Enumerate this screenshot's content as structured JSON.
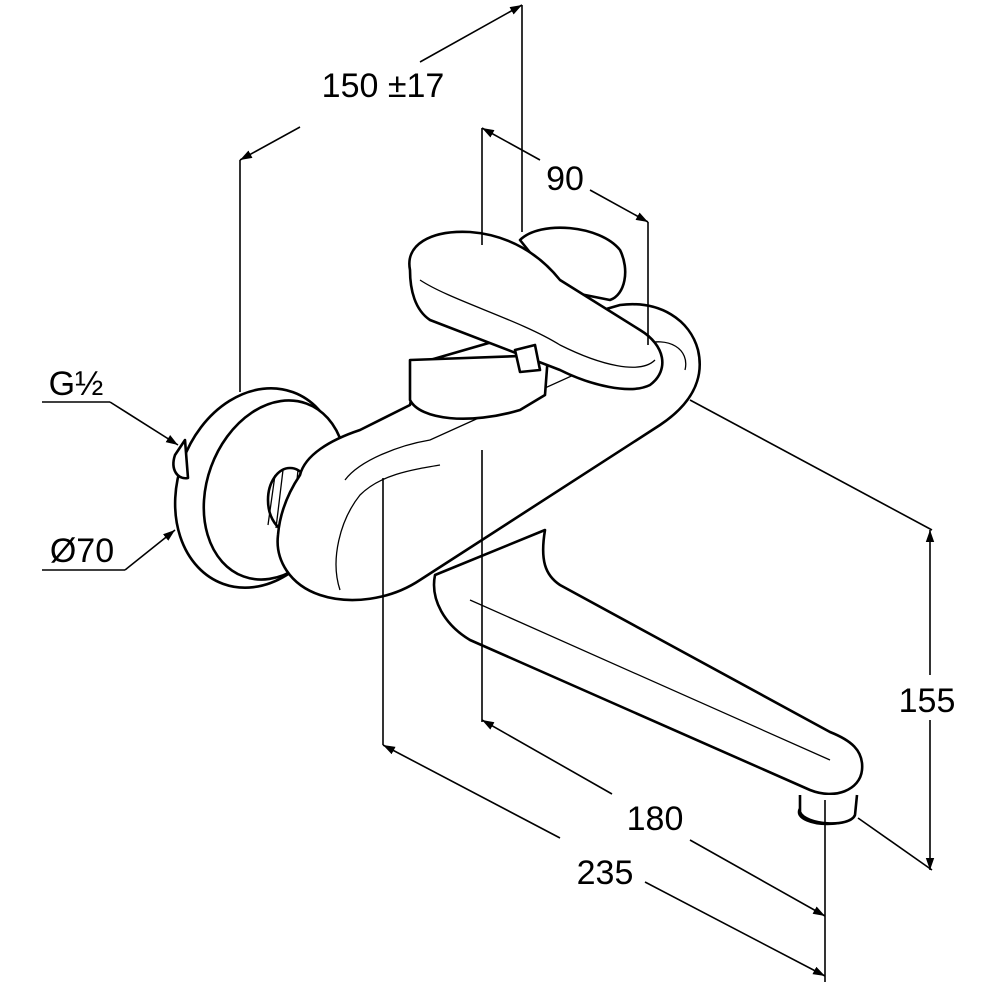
{
  "dimensions": {
    "projection_width": "150 ±17",
    "lever_depth": "90",
    "connection_thread": "G½",
    "flange_diameter": "Ø70",
    "spout_height": "155",
    "spout_reach_inner": "180",
    "spout_reach_total": "235"
  }
}
